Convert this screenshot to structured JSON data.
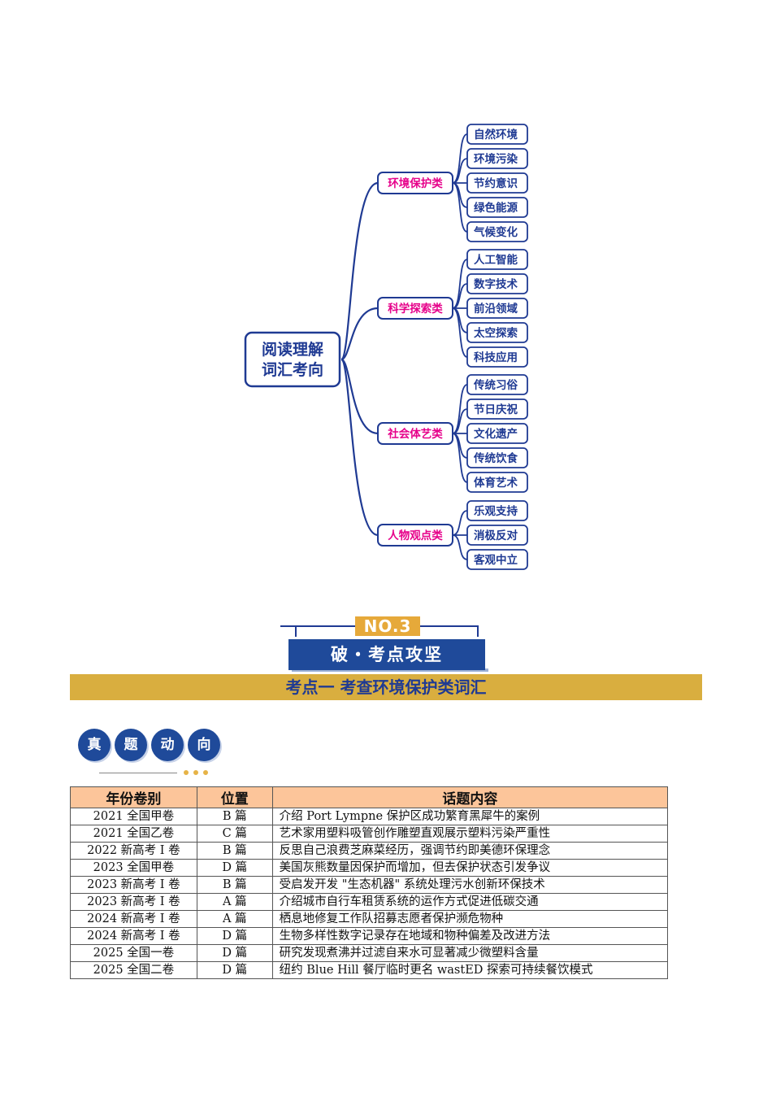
{
  "mindmap": {
    "root": [
      "阅读理解",
      "词汇考向"
    ],
    "categories": [
      {
        "label": "环境保护类",
        "items": [
          "自然环境",
          "环境污染",
          "节约意识",
          "绿色能源",
          "气候变化"
        ]
      },
      {
        "label": "科学探索类",
        "items": [
          "人工智能",
          "数字技术",
          "前沿领域",
          "太空探索",
          "科技应用"
        ]
      },
      {
        "label": "社会体艺类",
        "items": [
          "传统习俗",
          "节日庆祝",
          "文化遗产",
          "传统饮食",
          "体育艺术"
        ]
      },
      {
        "label": "人物观点类",
        "items": [
          "乐观支持",
          "消极反对",
          "客观中立"
        ]
      }
    ],
    "colors": {
      "line": "#1f3a93",
      "category_text": "#e6008a",
      "leaf_text": "#1f3a93"
    }
  },
  "section": {
    "number": "NO.3",
    "banner": "破・考点攻坚",
    "point_title": "考点一 考查环境保护类词汇"
  },
  "zhenti": [
    "真",
    "题",
    "动",
    "向"
  ],
  "table": {
    "headers": [
      "年份卷别",
      "位置",
      "话题内容"
    ],
    "rows": [
      [
        "2021 全国甲卷",
        "B 篇",
        "介绍  Port Lympne 保护区成功繁育黑犀牛的案例"
      ],
      [
        "2021 全国乙卷",
        "C 篇",
        "艺术家用塑料吸管创作雕塑直观展示塑料污染严重性"
      ],
      [
        "2022 新高考 I 卷",
        "B 篇",
        "反思自己浪费芝麻菜经历，强调节约即美德环保理念"
      ],
      [
        "2023 全国甲卷",
        "D 篇",
        "美国灰熊数量因保护而增加，但去保护状态引发争议"
      ],
      [
        "2023 新高考 I 卷",
        "B 篇",
        "受启发开发  \"生态机器\" 系统处理污水创新环保技术"
      ],
      [
        "2023 新高考 I 卷",
        "A 篇",
        "介绍城市自行车租赁系统的运作方式促进低碳交通"
      ],
      [
        "2024 新高考 I 卷",
        "A 篇",
        "栖息地修复工作队招募志愿者保护濒危物种"
      ],
      [
        "2024 新高考 I 卷",
        "D 篇",
        "生物多样性数字记录存在地域和物种偏差及改进方法"
      ],
      [
        "2025 全国一卷",
        "D 篇",
        "研究发现煮沸并过滤自来水可显著减少微塑料含量"
      ],
      [
        "2025 全国二卷",
        "D 篇",
        "纽约  Blue Hill 餐厅临时更名 wastED 探索可持续餐饮模式"
      ]
    ]
  }
}
